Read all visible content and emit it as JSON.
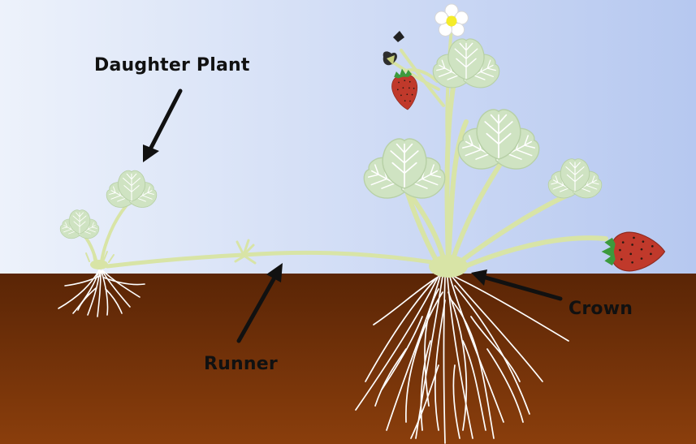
{
  "labels": {
    "daughter_plant": "Daughter Plant",
    "runner": "Runner",
    "crown": "Crown"
  },
  "colors": {
    "sky_left": "#edf2fb",
    "sky_right": "#b6c8f0",
    "soil_top": "#5a2506",
    "soil_bottom": "#8a3e0c",
    "stem": "#d8e4a6",
    "leaf": "#cfe3c2",
    "leaf_vein": "#ffffff",
    "root": "#ffffff",
    "berry": "#c0392b",
    "calyx": "#3c9a3c",
    "petal": "#ffffff",
    "flower_center": "#f5ec2a",
    "arrow": "#111111"
  },
  "icons": {
    "flower": "strawberry-flower-icon",
    "fruit": "strawberry-fruit-icon",
    "leaf": "trifoliate-leaf-icon"
  }
}
